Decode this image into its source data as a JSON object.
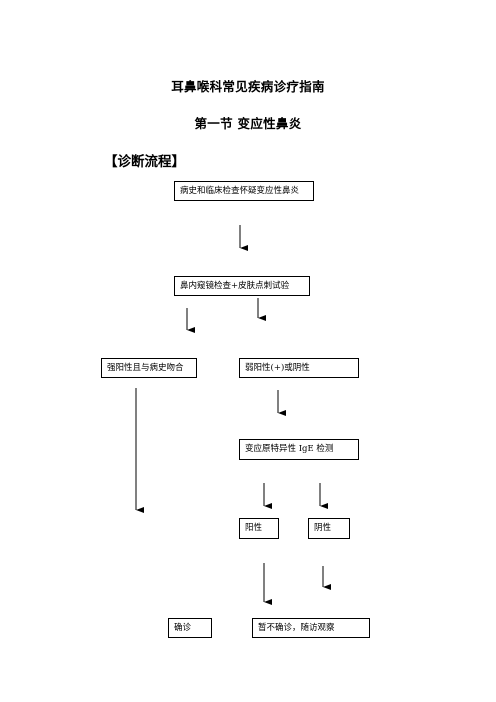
{
  "document": {
    "title": "耳鼻喉科常见疾病诊疗指南",
    "section_title": "第一节  变应性鼻炎",
    "flow_heading": "【诊断流程】"
  },
  "flowchart": {
    "nodes": {
      "history_exam": "病史和临床检查怀疑变应性鼻炎",
      "endoscopy_skin_test": "鼻内窥镜检查+皮肤点刺试验",
      "strong_positive": "强阳性且与病史吻合",
      "weak_or_negative": "弱阳性(+)或阴性",
      "ige_test": "变应原特异性 IgE 检测",
      "positive": "阳性",
      "negative": "阴性",
      "diagnosis": "确诊",
      "followup": "暂不确诊，随访观察"
    }
  }
}
